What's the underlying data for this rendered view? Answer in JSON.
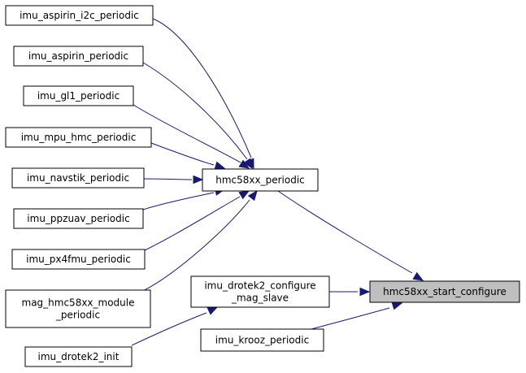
{
  "graph": {
    "edge_color": "#191970",
    "highlight_fill": "#bfbfbf",
    "nodes": {
      "aspirin_i2c": [
        "imu_aspirin_i2c_periodic"
      ],
      "aspirin": [
        "imu_aspirin_periodic"
      ],
      "gl1": [
        "imu_gl1_periodic"
      ],
      "mpu_hmc": [
        "imu_mpu_hmc_periodic"
      ],
      "navstik": [
        "imu_navstik_periodic"
      ],
      "ppzuav": [
        "imu_ppzuav_periodic"
      ],
      "px4fmu": [
        "imu_px4fmu_periodic"
      ],
      "mag_module": [
        "mag_hmc58xx_module",
        "_periodic"
      ],
      "drotek2_init": [
        "imu_drotek2_init"
      ],
      "hmc_periodic": [
        "hmc58xx_periodic"
      ],
      "drotek2_configure": [
        "imu_drotek2_configure",
        "_mag_slave"
      ],
      "krooz": [
        "imu_krooz_periodic"
      ],
      "start_configure": [
        "hmc58xx_start_configure"
      ]
    },
    "edges": [
      {
        "from": "aspirin_i2c",
        "to": "hmc_periodic"
      },
      {
        "from": "aspirin",
        "to": "hmc_periodic"
      },
      {
        "from": "gl1",
        "to": "hmc_periodic"
      },
      {
        "from": "mpu_hmc",
        "to": "hmc_periodic"
      },
      {
        "from": "navstik",
        "to": "hmc_periodic"
      },
      {
        "from": "ppzuav",
        "to": "hmc_periodic"
      },
      {
        "from": "px4fmu",
        "to": "hmc_periodic"
      },
      {
        "from": "mag_module",
        "to": "hmc_periodic"
      },
      {
        "from": "drotek2_init",
        "to": "drotek2_configure"
      },
      {
        "from": "hmc_periodic",
        "to": "start_configure"
      },
      {
        "from": "drotek2_configure",
        "to": "start_configure"
      },
      {
        "from": "krooz",
        "to": "start_configure"
      }
    ]
  }
}
